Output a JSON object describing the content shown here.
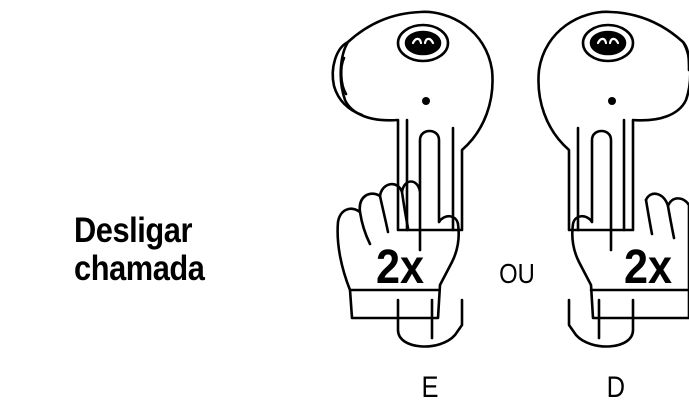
{
  "instruction": {
    "line1": "Desligar",
    "line2": "chamada"
  },
  "gesture": {
    "left": "2x",
    "right": "2x",
    "separator": "OU"
  },
  "sides": {
    "left": "E",
    "right": "D"
  },
  "colors": {
    "ink": "#000000",
    "background": "#ffffff"
  }
}
